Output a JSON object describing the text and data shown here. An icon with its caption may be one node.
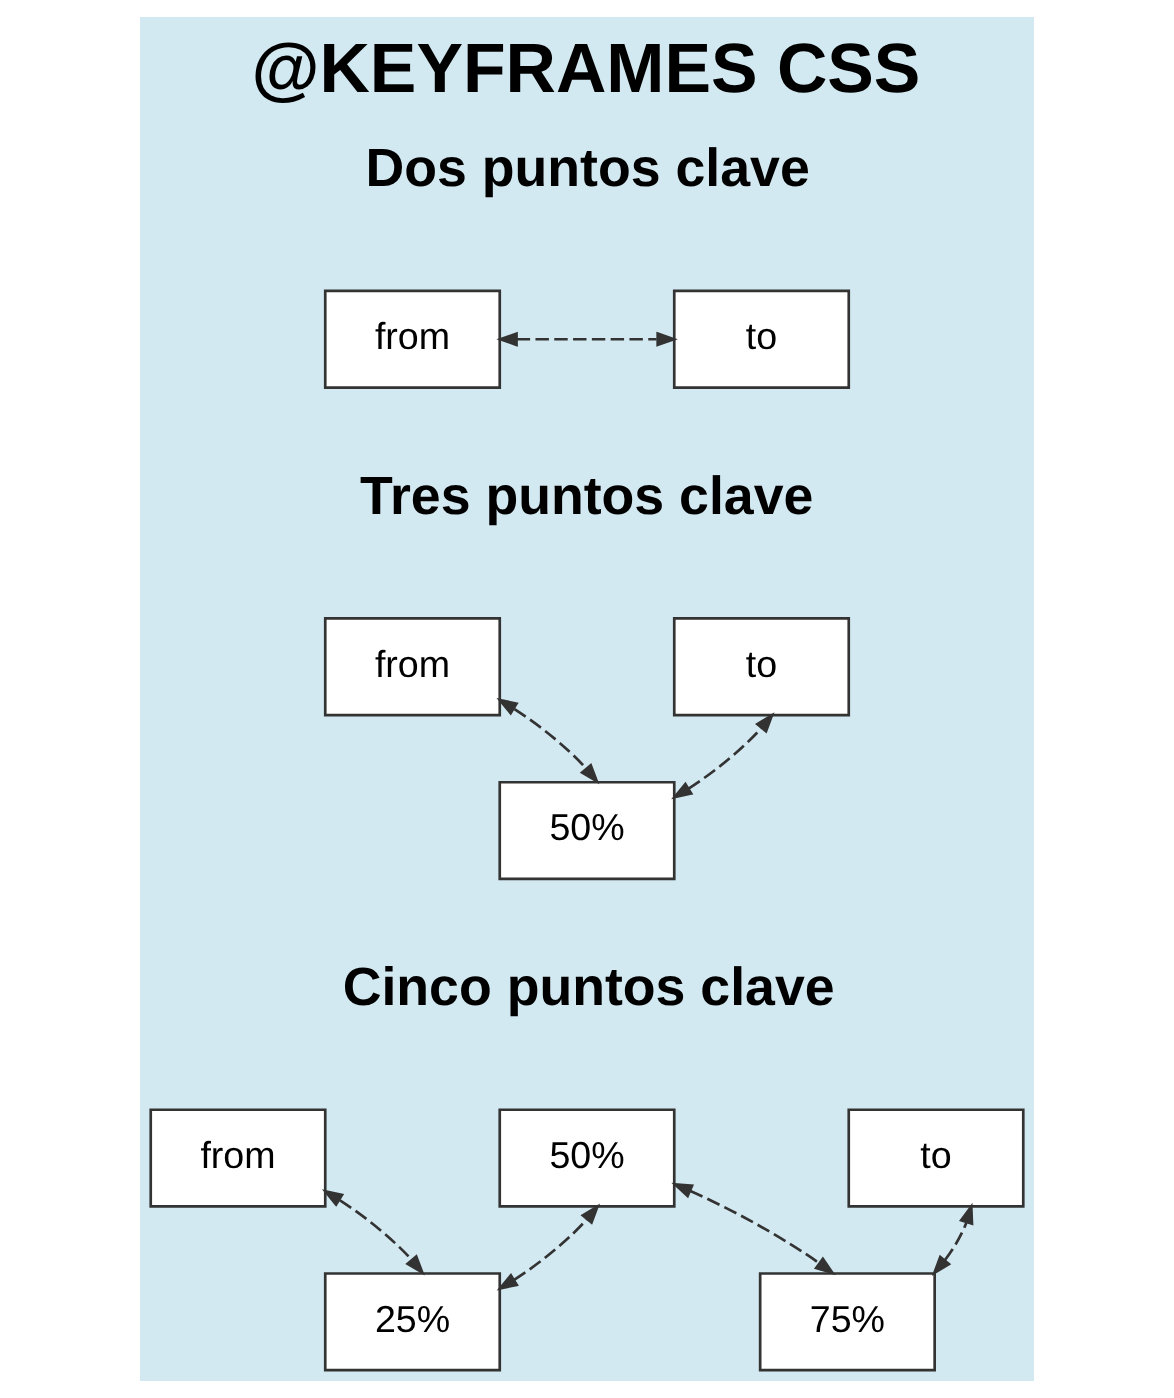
{
  "diagram": {
    "title": "@KEYFRAMES CSS",
    "nodes": [
      {
        "text": [
          "from"
        ]
      },
      {
        "text": [
          "to"
        ]
      },
      {
        "text": [
          "from"
        ]
      },
      {
        "text": [
          "50%"
        ]
      },
      {
        "text": [
          "to"
        ]
      },
      {
        "text": [
          "from"
        ]
      },
      {
        "text": [
          "25%"
        ]
      },
      {
        "text": [
          "50%"
        ]
      },
      {
        "text": [
          "75%"
        ]
      },
      {
        "text": [
          "to"
        ]
      }
    ],
    "edges": [
      {
        "from": 0,
        "to": 1,
        "arrow": "both",
        "style": "dashed"
      },
      {
        "from": 2,
        "to": 3,
        "arrow": "both",
        "style": "dashed"
      },
      {
        "from": 3,
        "to": 4,
        "arrow": "both",
        "style": "dashed"
      },
      {
        "from": 5,
        "to": 6,
        "arrow": "both",
        "style": "dashed"
      },
      {
        "from": 6,
        "to": 7,
        "arrow": "both",
        "style": "dashed"
      },
      {
        "from": 7,
        "to": 8,
        "arrow": "both",
        "style": "dashed"
      },
      {
        "from": 8,
        "to": 9,
        "arrow": "both",
        "style": "dashed"
      }
    ],
    "labels": [
      "Dos puntos clave",
      "Tres puntos clave",
      "Cinco puntos clave"
    ]
  }
}
